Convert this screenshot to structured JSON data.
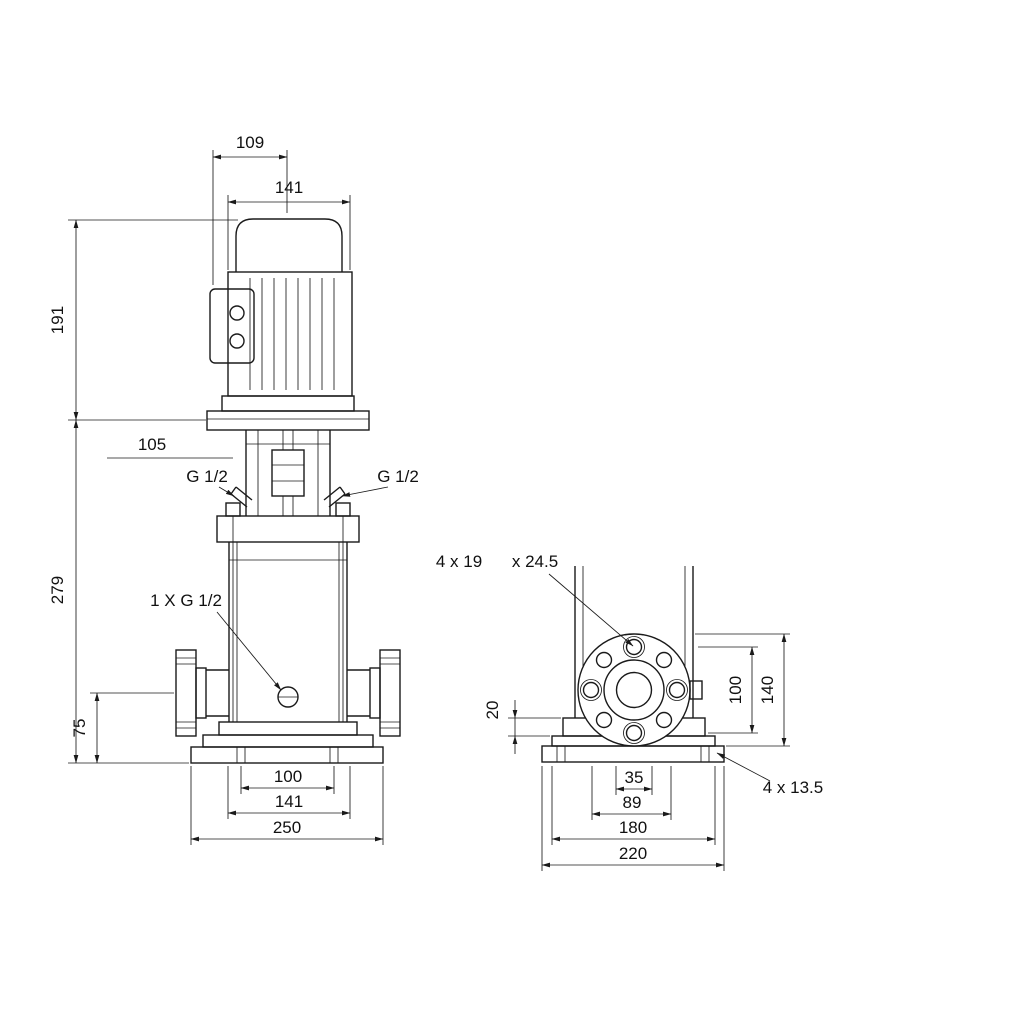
{
  "colors": {
    "line": "#1a1a1a",
    "background": "#ffffff"
  },
  "front_view": {
    "dim_109": "109",
    "dim_141_top": "141",
    "dim_191": "191",
    "dim_105": "105",
    "port_left_label": "G 1/2",
    "port_right_label": "G 1/2",
    "dim_279": "279",
    "drain_label": "1 X G 1/2",
    "dim_75": "75",
    "dim_100": "100",
    "dim_141_bottom": "141",
    "dim_250": "250"
  },
  "side_view": {
    "flange_holes_label": "4 x 19",
    "counterbore_label": "x 24.5",
    "dim_20": "20",
    "dim_100": "100",
    "dim_140": "140",
    "dim_35": "35",
    "dim_89": "89",
    "dim_180": "180",
    "dim_220": "220",
    "base_holes_label": "4  x 13.5"
  }
}
